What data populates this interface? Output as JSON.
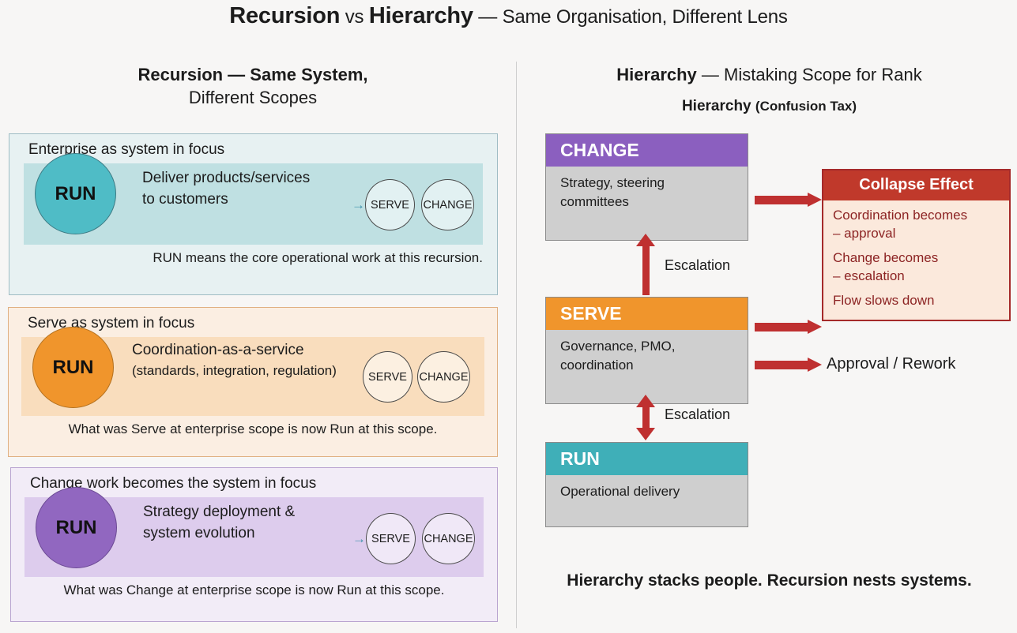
{
  "title": {
    "part1_bold": "Recursion",
    "part2_plain": " vs ",
    "part3_bold": "Hierarchy",
    "part4_plain": " — Same Organisation, Different Lens"
  },
  "left": {
    "heading_bold": "Recursion — Same System,",
    "heading_plain": "Different Scopes",
    "cards": [
      {
        "id": "run",
        "title": "Enterprise as system in focus",
        "circle_label": "RUN",
        "circle_color": "#4FBCC6",
        "desc_line1": "Deliver products/services",
        "desc_line2": "to customers",
        "arrow_glyph": "→",
        "has_arrow": true,
        "orbit": [
          "SERVE",
          "CHANGE"
        ],
        "footer": "RUN means the core operational work at this recursion."
      },
      {
        "id": "serve",
        "title": "Serve as system in focus",
        "circle_label": "RUN",
        "circle_color": "#F0952C",
        "desc_line1": "Coordination-as-a-service",
        "desc_line2": "(standards, integration, regulation)",
        "arrow_glyph": "",
        "has_arrow": false,
        "orbit": [
          "SERVE",
          "CHANGE"
        ],
        "footer": "What was Serve at enterprise scope is now Run at this scope."
      },
      {
        "id": "change",
        "title": "Change work becomes the system in focus",
        "circle_label": "RUN",
        "circle_color": "#9167C0",
        "desc_line1": "Strategy deployment &",
        "desc_line2": "system evolution",
        "arrow_glyph": "→",
        "has_arrow": true,
        "orbit": [
          "SERVE",
          "CHANGE"
        ],
        "footer": "What was Change at enterprise scope is now Run at this scope."
      }
    ]
  },
  "right": {
    "heading_bold": "Hierarchy",
    "heading_plain": " — Mistaking Scope for Rank",
    "subheading_main": "Hierarchy ",
    "subheading_paren": "(Confusion Tax)",
    "boxes": [
      {
        "id": "change",
        "header": "CHANGE",
        "header_color": "#8B5FBF",
        "body": "Strategy, steering\ncommittees"
      },
      {
        "id": "serve",
        "header": "SERVE",
        "header_color": "#F0952C",
        "body": "Governance, PMO,\ncoordination"
      },
      {
        "id": "run",
        "header": "RUN",
        "header_color": "#3FAFB8",
        "body": "Operational delivery"
      }
    ],
    "escalation_label_upper": "Escalation",
    "escalation_label_lower": "Escalation",
    "rework_label": "Approval / Rework",
    "collapse": {
      "header": "Collapse Effect",
      "items": [
        "Coordination becomes\n– approval",
        "Change becomes\n– escalation",
        "Flow slows down"
      ],
      "header_color": "#C0392B",
      "border_color": "#A52A2A",
      "body_color": "#FBE9DC",
      "text_color": "#8C2323"
    },
    "bottom_caption": "Hierarchy stacks people. Recursion nests systems."
  },
  "accents": {
    "red_arrow": "#BF3030",
    "mini_arrow": "#3F93AD",
    "divider": "#CFCFCF"
  }
}
